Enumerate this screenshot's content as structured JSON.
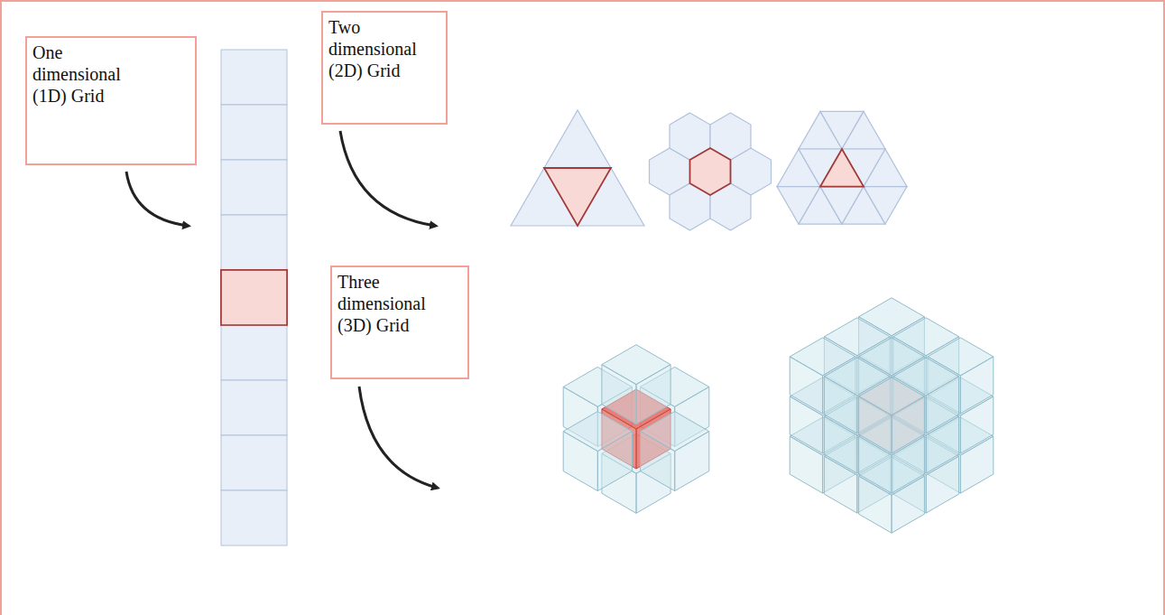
{
  "diagram": {
    "nodes": [
      {
        "text": [
          "One dimensional (1D) Grid"
        ]
      },
      {
        "text": [
          "Two dimensional (2D) Grid"
        ]
      },
      {
        "text": [
          "Three dimensional (3D) Grid"
        ]
      }
    ]
  }
}
